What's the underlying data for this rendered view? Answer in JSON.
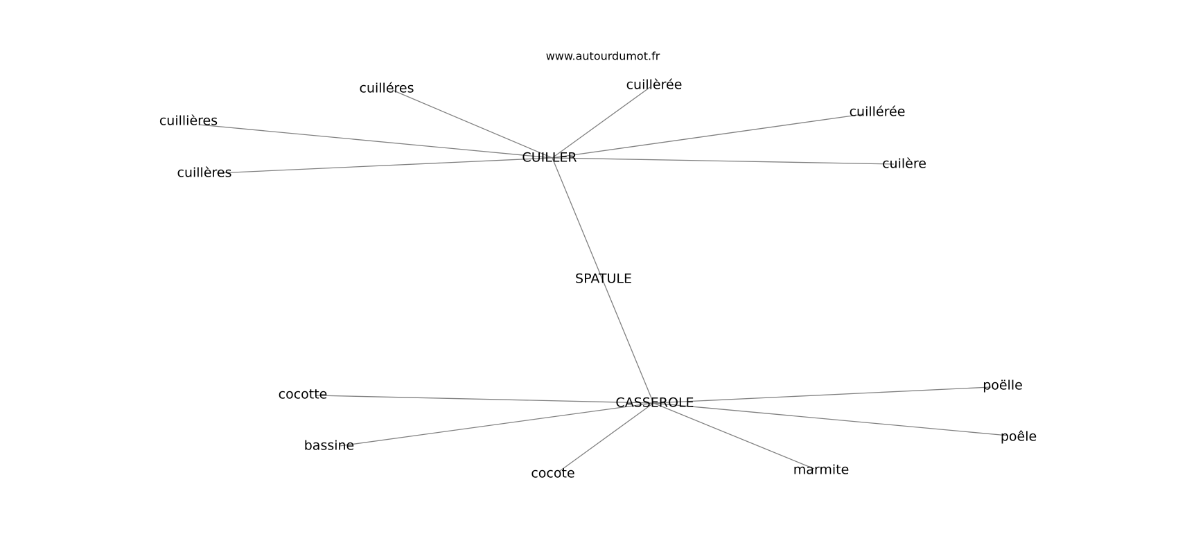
{
  "site": "www.autourdumot.fr",
  "graph": {
    "nodes": [
      {
        "id": "cuiller",
        "label": "CUILLER"
      },
      {
        "id": "spatule",
        "label": "SPATULE"
      },
      {
        "id": "casserole",
        "label": "CASSEROLE"
      },
      {
        "id": "cuilleres_acute",
        "label": "cuilléres"
      },
      {
        "id": "cuillieres",
        "label": "cuillières"
      },
      {
        "id": "cuilleres_grave",
        "label": "cuillères"
      },
      {
        "id": "cuilleree_grave",
        "label": "cuillèrée"
      },
      {
        "id": "cuilleree_acute",
        "label": "cuillérée"
      },
      {
        "id": "cuilere",
        "label": "cuilère"
      },
      {
        "id": "cocotte",
        "label": "cocotte"
      },
      {
        "id": "bassine",
        "label": "bassine"
      },
      {
        "id": "cocote",
        "label": "cocote"
      },
      {
        "id": "marmite",
        "label": "marmite"
      },
      {
        "id": "poelle",
        "label": "poëlle"
      },
      {
        "id": "poele",
        "label": "poêle"
      }
    ],
    "edges": [
      [
        "cuiller",
        "cuilleres_acute"
      ],
      [
        "cuiller",
        "cuillieres"
      ],
      [
        "cuiller",
        "cuilleres_grave"
      ],
      [
        "cuiller",
        "cuilleree_grave"
      ],
      [
        "cuiller",
        "cuilleree_acute"
      ],
      [
        "cuiller",
        "cuilere"
      ],
      [
        "cuiller",
        "casserole"
      ],
      [
        "casserole",
        "cocotte"
      ],
      [
        "casserole",
        "bassine"
      ],
      [
        "casserole",
        "cocote"
      ],
      [
        "casserole",
        "marmite"
      ],
      [
        "casserole",
        "poelle"
      ],
      [
        "casserole",
        "poele"
      ]
    ]
  }
}
